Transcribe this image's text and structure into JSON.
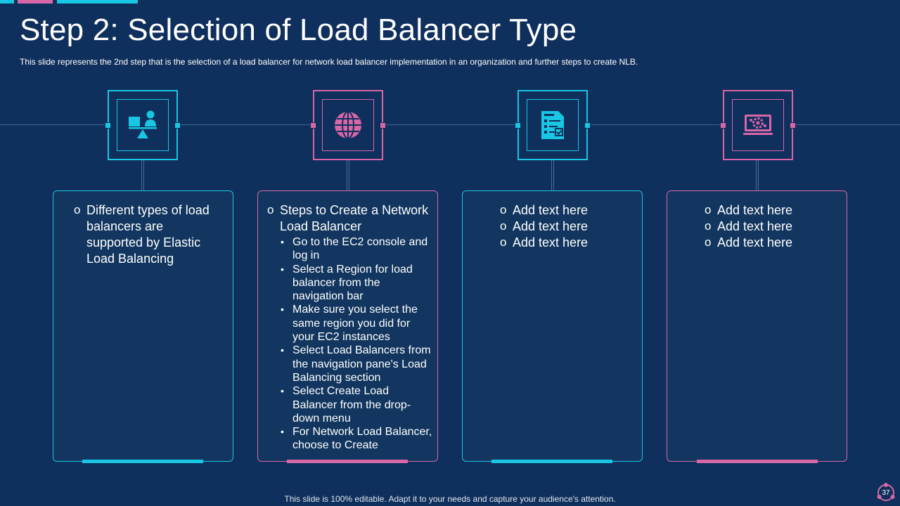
{
  "slide": {
    "title": "Step 2: Selection of Load Balancer Type",
    "subtitle": "This slide represents the 2nd step that is the selection of a load balancer for network load balancer implementation in an organization and further steps to create NLB.",
    "footer": "This slide is 100% editable. Adapt it to your needs and capture your audience's attention.",
    "page_number": "37"
  },
  "colors": {
    "background": "#0f2f5c",
    "cyan": "#19c6e3",
    "pink": "#d867a8",
    "card_fill": "#12365f"
  },
  "steps": [
    {
      "icon": "scale-comparison-icon",
      "accent": "cyan",
      "items": [
        "Different types of load balancers are supported by Elastic Load Balancing"
      ]
    },
    {
      "icon": "globe-icon",
      "accent": "pink",
      "heading": "Steps to Create a Network Load Balancer",
      "subitems": [
        "Go to the EC2 console and log in",
        "Select a Region for load balancer from the navigation bar",
        "Make sure you select the same region you did for your EC2 instances",
        "Select Load Balancers from the navigation pane's Load Balancing section",
        "Select Create Load Balancer from the drop-down menu",
        "For Network Load Balancer, choose to Create"
      ]
    },
    {
      "icon": "checklist-document-icon",
      "accent": "cyan",
      "items": [
        "Add text here",
        "Add text here",
        "Add text here"
      ]
    },
    {
      "icon": "gear-screen-icon",
      "accent": "pink",
      "items": [
        "Add text here",
        "Add text here",
        "Add text here"
      ]
    }
  ]
}
